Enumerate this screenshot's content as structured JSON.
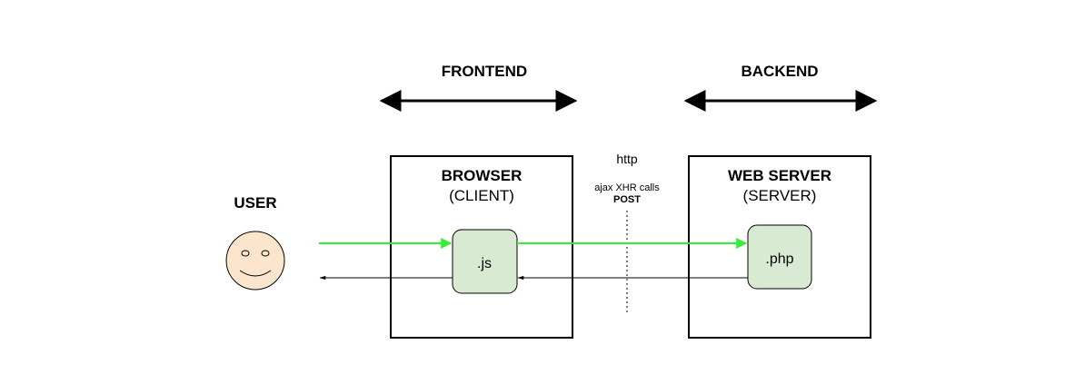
{
  "diagram": {
    "frontend_label": "FRONTEND",
    "backend_label": "BACKEND",
    "user_label": "USER",
    "browser": {
      "title": "BROWSER",
      "subtitle": "(CLIENT)",
      "module_label": ".js"
    },
    "server": {
      "title": "WEB SERVER",
      "subtitle": "(SERVER)",
      "module_label": ".php"
    },
    "protocol": {
      "http_label": "http",
      "calls_label": "ajax XHR calls",
      "method_label": "POST"
    },
    "colors": {
      "request_arrow": "#33ee33",
      "response_arrow": "#000000",
      "module_fill": "#d9ead3",
      "face_fill": "#fce5cd"
    }
  }
}
